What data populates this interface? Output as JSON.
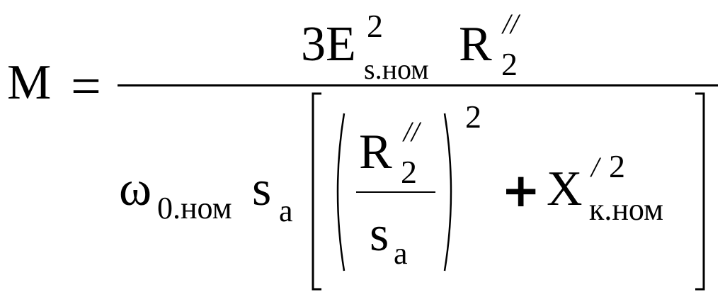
{
  "formula": {
    "lhs": "M",
    "equals": "=",
    "numerator": {
      "coefficient": "3E",
      "e_superscript": "2",
      "e_subscript": "s.ном",
      "r": "R",
      "r_prime": "//",
      "r_subscript": "2"
    },
    "denominator": {
      "omega": "ω",
      "omega_subscript": "0.ном",
      "s": "s",
      "s_subscript": "a",
      "inner_r": "R",
      "inner_r_prime": "//",
      "inner_r_subscript": "2",
      "inner_s": "s",
      "inner_s_subscript": "a",
      "paren_exponent": "2",
      "plus": "+",
      "x": "X",
      "x_prime": "/",
      "x_superscript": "2",
      "x_subscript": "к.ном"
    }
  }
}
